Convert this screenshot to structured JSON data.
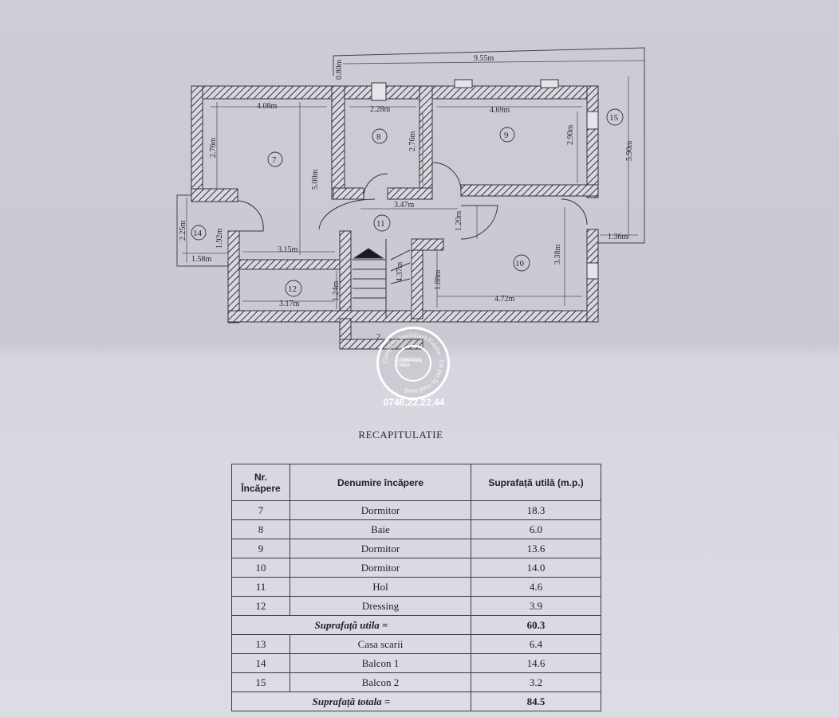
{
  "plan": {
    "dimensions": {
      "top_total": "9.55m",
      "top_offset": "0.80m",
      "room7_width": "4.08m",
      "room7_height": "2.76m",
      "room7_depth": "5.00m",
      "room8_width": "2.28m",
      "room8_height": "2.76m",
      "room9_width": "4.69m",
      "room9_height": "2.90m",
      "balcony15_height": "5.90m",
      "hall_width": "3.47m",
      "hall_height": "1.20m",
      "balcony14_height": "2.25m",
      "room7_lower": "1.92m",
      "balcony14_width": "1.58m",
      "room12_upper_width": "3.15m",
      "room12_width": "3.17m",
      "room12_height": "1.24m",
      "stair_width": "4.37m",
      "room10_left": "1.88m",
      "room10_width": "4.72m",
      "room10_height": "3.38m",
      "balcony15_width": "1.36m",
      "stair_bottom": "2."
    },
    "room_numbers": {
      "r7": "7",
      "r8": "8",
      "r9": "9",
      "r10": "10",
      "r11": "11",
      "r12": "12",
      "r14": "14",
      "r15": "15"
    }
  },
  "watermark": {
    "ring_text": "Compania Imobiliară Fidelia · Un pas în viață nouă",
    "brand": "COMPANIA CASA",
    "phone": "0746.22.22.44"
  },
  "recap": {
    "title": "RECAPITULATIE",
    "headers": {
      "nr_line1": "Nr.",
      "nr_line2": "Încăpere",
      "name": "Denumire încăpere",
      "area": "Suprafață utilă (m.p.)"
    },
    "rows": [
      {
        "nr": "7",
        "name": "Dormitor",
        "area": "18.3"
      },
      {
        "nr": "8",
        "name": "Baie",
        "area": "6.0"
      },
      {
        "nr": "9",
        "name": "Dormitor",
        "area": "13.6"
      },
      {
        "nr": "10",
        "name": "Dormitor",
        "area": "14.0"
      },
      {
        "nr": "11",
        "name": "Hol",
        "area": "4.6"
      },
      {
        "nr": "12",
        "name": "Dressing",
        "area": "3.9"
      }
    ],
    "useful_total": {
      "label": "Suprafață utila =",
      "value": "60.3"
    },
    "rows2": [
      {
        "nr": "13",
        "name": "Casa scarii",
        "area": "6.4"
      },
      {
        "nr": "14",
        "name": "Balcon 1",
        "area": "14.6"
      },
      {
        "nr": "15",
        "name": "Balcon 2",
        "area": "3.2"
      }
    ],
    "grand_total": {
      "label": "Suprafață totala =",
      "value": "84.5"
    }
  }
}
